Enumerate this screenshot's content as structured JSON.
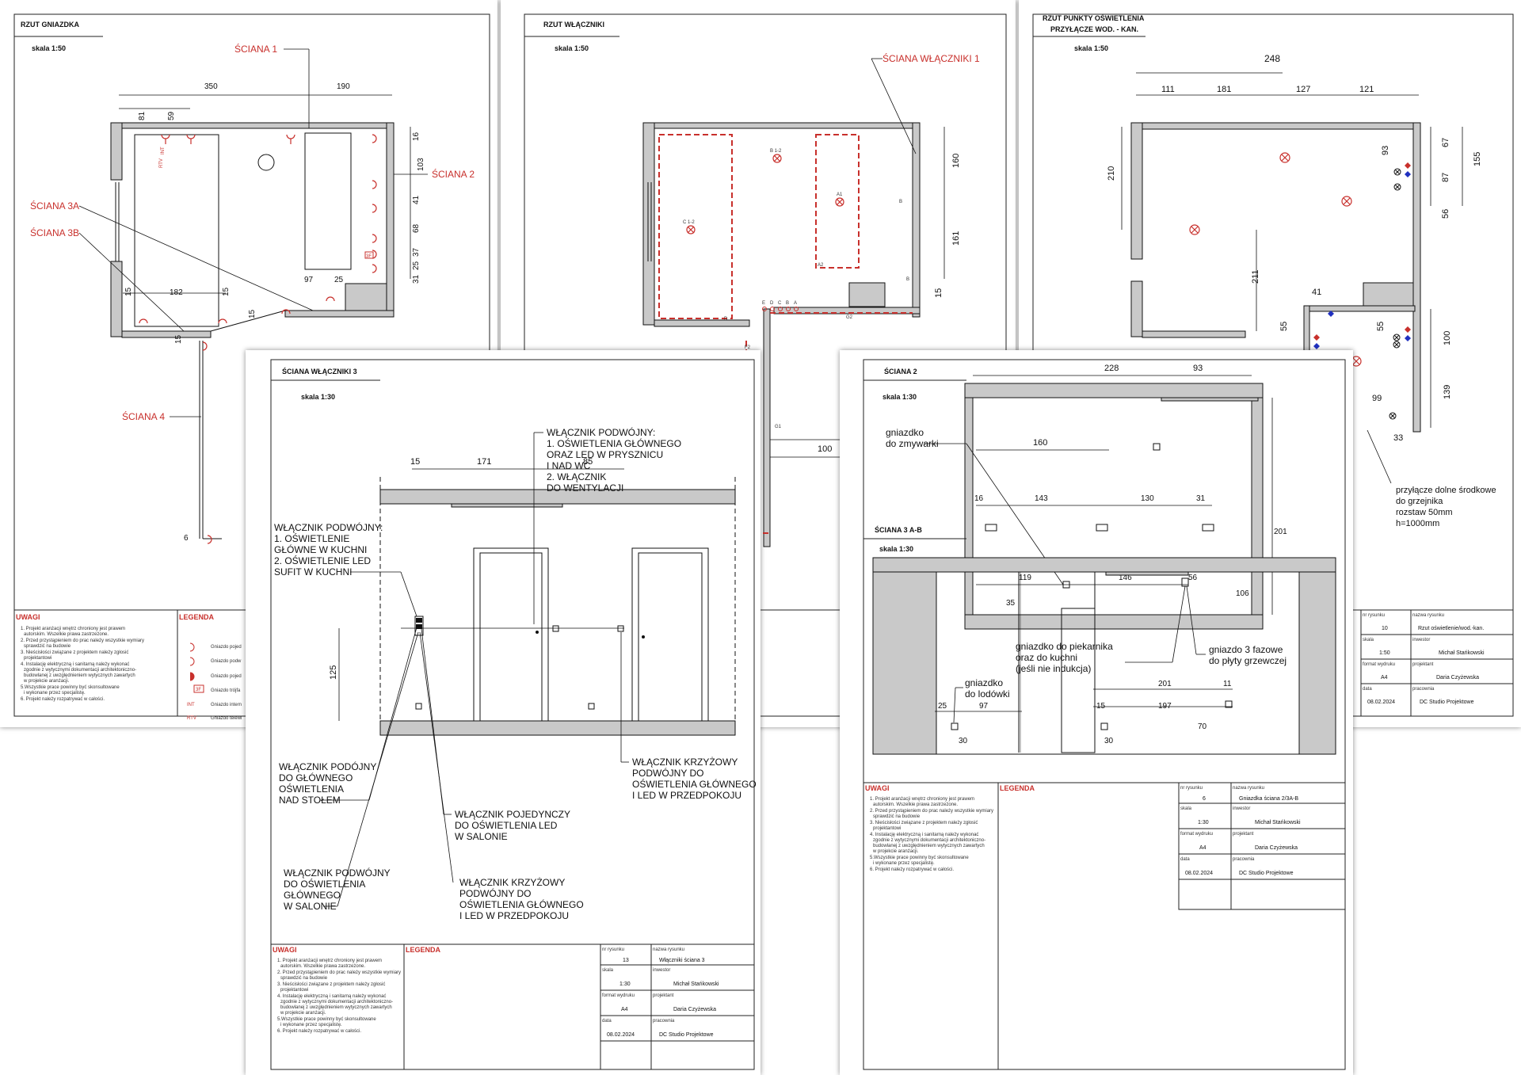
{
  "sheet1": {
    "title": "RZUT GNIAZDKA",
    "scale": "skala 1:50",
    "walls": [
      "ŚCIANA 1",
      "ŚCIANA 2",
      "ŚCIANA 3A",
      "ŚCIANA 3B",
      "ŚCIANA 4"
    ],
    "dims": [
      "350",
      "190",
      "81",
      "59",
      "16",
      "103",
      "41",
      "68",
      "37",
      "25",
      "31",
      "97",
      "25",
      "15",
      "182",
      "15",
      "15",
      "15",
      "6"
    ],
    "sockets": [
      "RTV",
      "INT",
      "3F"
    ],
    "uwagi_title": "UWAGI",
    "uwagi": [
      "1. Projekt aranżacji wnętrz chroniony jest prawem",
      "autorskim. Wszelkie prawa zastrzeżone.",
      "2. Przed przystąpieniem do prac należy wszystkie wymiary",
      "sprawdzić na budowie",
      "3. Nieścisłości związane z projektem należy zgłosić",
      "projektantowi",
      "4. Instalację elektryczną i sanitarną należy wykonać",
      "zgodnie z wytycznymi dokumentacji architektoniczno-",
      "budowlanej z uwzględnieniem wytycznych zawartych",
      "w projekcie aranżacji.",
      "5.Wszystkie prace powinny być skonsultowane",
      "i wykonane przez specjalistę.",
      "6. Projekt należy rozpatrywać w całości."
    ],
    "legenda_title": "LEGENDA",
    "legend": [
      "Gniazdo pojed",
      "Gniazdo podw",
      "Gniazdo pojed",
      "Gniazdo trójfa",
      "Gniazdo intern",
      "Gniazdo telewi"
    ],
    "legend_tags": [
      "3F",
      "INT",
      "RTV"
    ]
  },
  "sheet2": {
    "title": "RZUT WŁĄCZNIKI",
    "scale": "skala 1:50",
    "wall_label": "ŚCIANA WŁĄCZNIKI 1",
    "points": [
      "B 1-2",
      "A1",
      "C 1-2",
      "A2",
      "B",
      "B",
      "D",
      "G2",
      "E",
      "D",
      "C",
      "B",
      "A",
      "F2",
      "G1"
    ],
    "dims": [
      "160",
      "161",
      "15",
      "100"
    ]
  },
  "sheet3": {
    "title_line1": "RZUT PUNKTY OŚWIETLENIA",
    "title_line2": "PRZYŁĄCZE WOD. - KAN.",
    "scale": "skala 1:50",
    "dims": [
      "248",
      "111",
      "181",
      "127",
      "121",
      "67",
      "93",
      "155",
      "87",
      "56",
      "210",
      "211",
      "41",
      "55",
      "55",
      "100",
      "99",
      "139",
      "33"
    ],
    "note": [
      "przyłącze dolne środkowe",
      "do grzejnika",
      "rozstaw 50mm",
      "h=1000mm"
    ],
    "tb": {
      "nr_label": "nr rysunku",
      "nr": "10",
      "name_label": "nazwa rysunku",
      "name": "Rzut oświetlenie/wod.-kan.",
      "scale_label": "skala",
      "scale": "1:50",
      "investor_label": "inwestor",
      "investor": "Michał Stańkowski",
      "format_label": "format wydruku",
      "format": "A4",
      "designer_label": "projektant",
      "designer": "Daria Czyżewska",
      "date_label": "data",
      "date": "08.02.2024",
      "studio_label": "pracownia",
      "studio": "DC Studio Projektowe"
    }
  },
  "sheet4": {
    "title": "ŚCIANA WŁĄCZNIKI 3",
    "scale": "skala 1:30",
    "dims": [
      "15",
      "171",
      "85",
      "125"
    ],
    "callout_top": [
      "WŁĄCZNIK PODWÓJNY:",
      "1. OŚWIETLENIA GŁÓWNEGO",
      "ORAZ LED W PRYSZNICU",
      "I NAD WC",
      "2. WŁĄCZNIK",
      "DO WENTYLACJI"
    ],
    "callout_left": [
      "WŁĄCZNIK PODWÓJNY:",
      "1. OŚWIETLENIE",
      "GŁÓWNE W KUCHNI",
      "2. OŚWIETLENIE LED",
      "SUFIT W KUCHNI"
    ],
    "callout_a": [
      "WŁĄCZNIK PODÓJNY",
      "DO GŁÓWNEGO",
      "OŚWIETLENIA",
      "NAD STOŁEM"
    ],
    "callout_b": [
      "WŁĄCZNIK POJEDYNCZY",
      "DO OŚWIETLENIA LED",
      "W SALONIE"
    ],
    "callout_c": [
      "WŁĄCZNIK PODWÓJNY",
      "DO OŚWIETLENIA",
      "GŁÓWNEGO",
      "W SALONIE"
    ],
    "callout_d": [
      "WŁĄCZNIK KRZYŻOWY",
      "PODWÓJNY DO",
      "OŚWIETLENIA GŁÓWNEGO",
      "I LED W PRZEDPOKOJU"
    ],
    "callout_e": [
      "WŁĄCZNIK KRZYŻOWY",
      "PODWÓJNY DO",
      "OŚWIETLENIA GŁÓWNEGO",
      "I LED W PRZEDPOKOJU"
    ],
    "uwagi_title": "UWAGI",
    "legenda_title": "LEGENDA",
    "tb": {
      "nr_label": "nr rysunku",
      "nr": "13",
      "name_label": "nazwa rysunku",
      "name": "Włączniki ściana 3",
      "scale_label": "skala",
      "scale": "1:30",
      "investor_label": "inwestor",
      "investor": "Michał Stańkowski",
      "format_label": "format wydruku",
      "format": "A4",
      "designer_label": "projektant",
      "designer": "Daria Czyżewska",
      "date_label": "data",
      "date": "08.02.2024",
      "studio_label": "pracownia",
      "studio": "DC Studio Projektowe"
    }
  },
  "sheet5": {
    "title": "ŚCIANA 2",
    "scale": "skala 1:30",
    "title2": "ŚCIANA 3 A-B",
    "scale2": "skala 1:30",
    "dims_top": [
      "228",
      "93",
      "160",
      "16",
      "143",
      "130",
      "31",
      "201",
      "119",
      "146",
      "56",
      "106",
      "35"
    ],
    "dims_bottom": [
      "201",
      "11",
      "25",
      "97",
      "15",
      "197",
      "70",
      "30",
      "30"
    ],
    "label_zmywarka": [
      "gniazdko",
      "do zmywarki"
    ],
    "label_piekarnik": [
      "gniazdko do piekarnika",
      "oraz do kuchni",
      "(jeśli nie indukcja)"
    ],
    "label_3faz": [
      "gniazdo 3 fazowe",
      "do płyty grzewczej"
    ],
    "label_lodowka": [
      "gniazdko",
      "do lodówki"
    ],
    "uwagi_title": "UWAGI",
    "legenda_title": "LEGENDA",
    "tb": {
      "nr_label": "nr rysunku",
      "nr": "6",
      "name_label": "nazwa rysunku",
      "name": "Gniazdka ściana 2/3A-B",
      "scale_label": "skala",
      "scale": "1:30",
      "investor_label": "inwestor",
      "investor": "Michał Stańkowski",
      "format_label": "format wydruku",
      "format": "A4",
      "designer_label": "projektant",
      "designer": "Daria Czyżewska",
      "date_label": "data",
      "date": "08.02.2024",
      "studio_label": "pracownia",
      "studio": "DC Studio Projektowe"
    }
  },
  "colors": {
    "accent": "#c8302c",
    "wall": "#c9c9c9",
    "line": "#111111"
  }
}
